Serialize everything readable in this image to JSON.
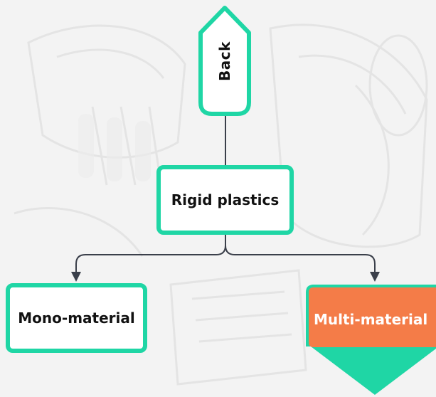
{
  "colors": {
    "accent": "#1fd6a5",
    "selected_fill": "#f47c48",
    "connector": "#3a3f4a",
    "node_fill": "#ffffff",
    "text": "#111111"
  },
  "nodes": {
    "back": {
      "label": "Back"
    },
    "root": {
      "label": "Rigid plastics"
    },
    "children": [
      {
        "label": "Mono-material",
        "selected": false
      },
      {
        "label": "Multi-material",
        "selected": true
      }
    ]
  }
}
